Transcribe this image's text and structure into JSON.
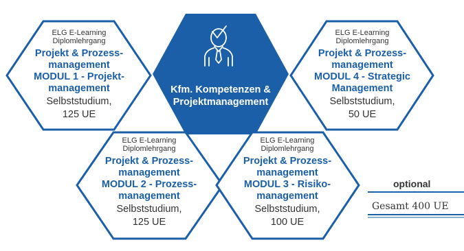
{
  "center": {
    "title_line1": "Kfm. Kompetenzen &",
    "title_line2": "Projektmanagement",
    "icon": "business-person-check-icon",
    "fill": "#1a5fa8"
  },
  "modules": [
    {
      "provider_line1": "ELG E-Learning",
      "provider_line2": "Diplomlehrgang",
      "title_lines": [
        "Projekt & Prozess-",
        "management",
        "MODUL 1 - Projekt-",
        "management"
      ],
      "mode": "Selbststudium,",
      "units": "125 UE"
    },
    {
      "provider_line1": "ELG E-Learning",
      "provider_line2": "Diplomlehrgang",
      "title_lines": [
        "Projekt & Prozess-",
        "management",
        "MODUL 2 - Prozess-",
        "management"
      ],
      "mode": "Selbststudium,",
      "units": "125 UE"
    },
    {
      "provider_line1": "ELG E-Learning",
      "provider_line2": "Diplomlehrgang",
      "title_lines": [
        "Projekt & Prozess-",
        "management",
        "MODUL 3 - Risiko-",
        "management"
      ],
      "mode": "Selbststudium,",
      "units": "100 UE"
    },
    {
      "provider_line1": "ELG E-Learning",
      "provider_line2": "Diplomlehrgang",
      "title_lines": [
        "Projekt & Prozess-",
        "management",
        "MODUL 4 - Strategic",
        "Management"
      ],
      "mode": "Selbststudium,",
      "units": "50 UE"
    }
  ],
  "side": {
    "optional": "optional",
    "total": "Gesamt 400 UE"
  },
  "colors": {
    "brand_blue": "#1a5fa8",
    "text_dark": "#333333"
  }
}
